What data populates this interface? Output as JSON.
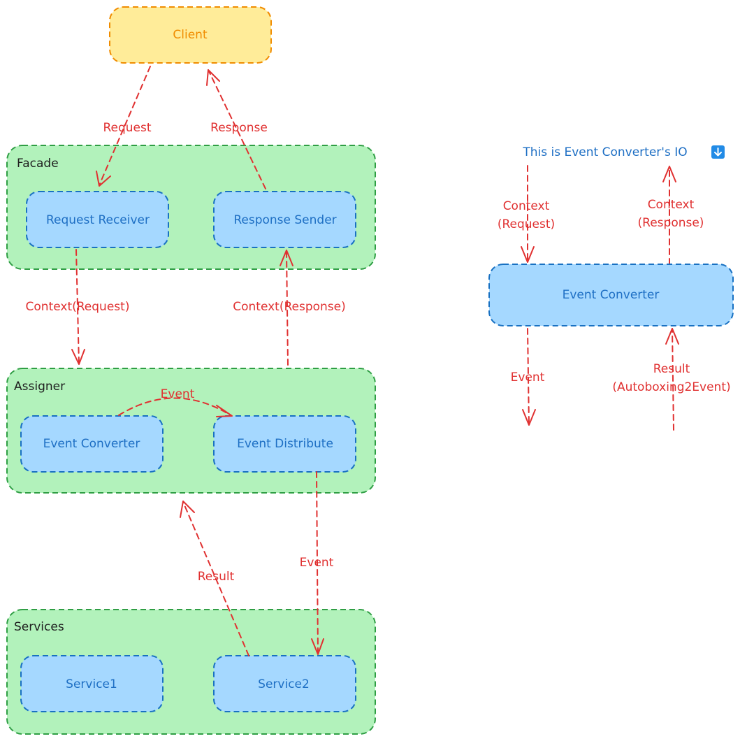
{
  "client": {
    "label": "Client"
  },
  "facade": {
    "title": "Facade",
    "request_receiver": "Request Receiver",
    "response_sender": "Response Sender"
  },
  "assigner": {
    "title": "Assigner",
    "event_converter": "Event Converter",
    "event_distribute": "Event Distribute"
  },
  "services": {
    "title": "Services",
    "service1": "Service1",
    "service2": "Service2"
  },
  "edges": {
    "request": "Request",
    "response": "Response",
    "context_request": "Context(Request)",
    "context_response": "Context(Response)",
    "event_internal": "Event",
    "event_to_service": "Event",
    "result": "Result"
  },
  "io_panel": {
    "heading": "This is Event Converter's IO",
    "heading_icon": "down-arrow-icon",
    "context_request_line1": "Context",
    "context_request_line2": "(Request)",
    "context_response_line1": "Context",
    "context_response_line2": "(Response)",
    "event_converter": "Event Converter",
    "event": "Event",
    "result_line1": "Result",
    "result_line2": "(Autoboxing2Event)"
  },
  "colors": {
    "green_fill": "#b2f2bb",
    "green_stroke": "#2f9e44",
    "blue_fill": "#a5d8ff",
    "blue_stroke": "#1971c2",
    "yellow_fill": "#ffec99",
    "yellow_stroke": "#f08c00",
    "arrow": "#e03131",
    "icon_blue": "#228be6"
  }
}
